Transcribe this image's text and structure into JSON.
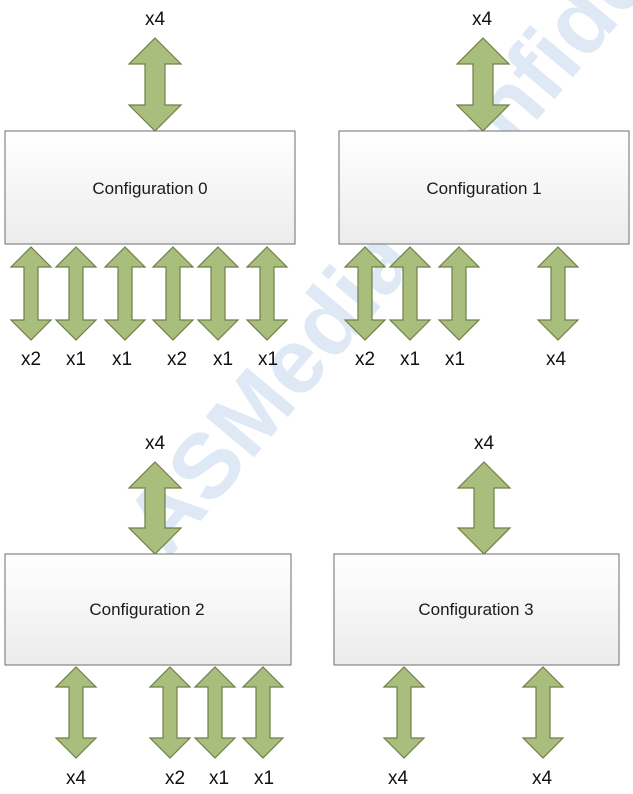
{
  "watermark": "ASMedia Confidential",
  "configurations": [
    {
      "title": "Configuration 0",
      "upstream": "x4",
      "downstream": [
        "x2",
        "x1",
        "x1",
        "x2",
        "x1",
        "x1"
      ]
    },
    {
      "title": "Configuration 1",
      "upstream": "x4",
      "downstream": [
        "x2",
        "x1",
        "x1",
        "x4"
      ]
    },
    {
      "title": "Configuration 2",
      "upstream": "x4",
      "downstream": [
        "x4",
        "x2",
        "x1",
        "x1"
      ]
    },
    {
      "title": "Configuration 3",
      "upstream": "x4",
      "downstream": [
        "x4",
        "x4"
      ]
    }
  ],
  "colors": {
    "arrow_fill": "#a9bd7c",
    "arrow_stroke": "#6f7f48",
    "box_border": "#6e6e6e",
    "watermark": "#c6d6ee"
  }
}
